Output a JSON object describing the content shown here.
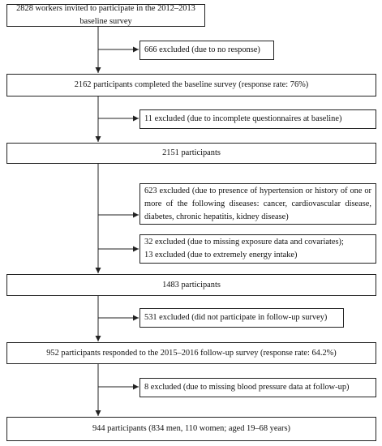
{
  "flowchart": {
    "main": [
      "2828 workers invited to participate in the 2012–2013 baseline survey",
      "2162 participants completed the baseline survey (response rate: 76%)",
      "2151 participants",
      "1483 participants",
      "952 participants responded to the 2015–2016 follow-up survey (response rate: 64.2%)",
      "944 participants (834 men, 110 women; aged 19–68 years)"
    ],
    "excluded": [
      "666 excluded (due to no response)",
      "11 excluded (due to incomplete questionnaires at baseline)",
      "623 excluded (due to presence of hypertension or history of one or more of the following diseases: cancer, cardiovascular disease, diabetes, chronic hepatitis, kidney disease)",
      [
        "32 excluded (due to missing exposure data and covariates);",
        "13 excluded (due to extremely energy intake)"
      ],
      "531 excluded (did not participate in follow-up survey)",
      "8 excluded (due to missing blood pressure data at follow-up)"
    ]
  }
}
